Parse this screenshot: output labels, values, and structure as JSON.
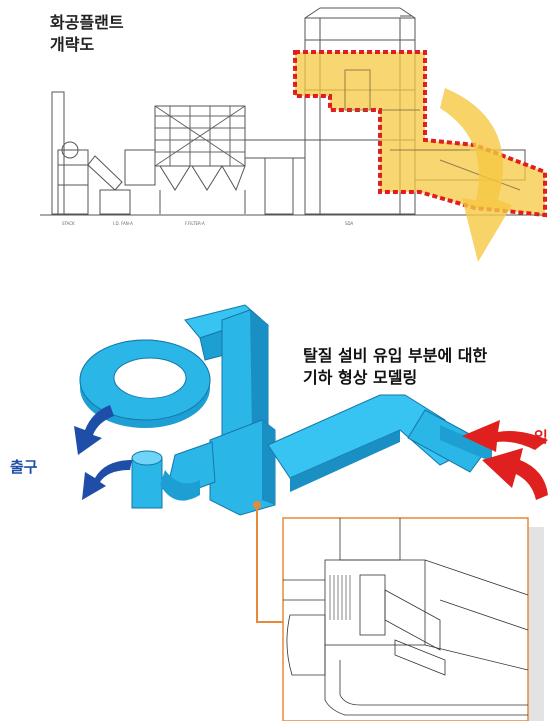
{
  "plant_title_line1": "화공플랜트",
  "plant_title_line2": "개략도",
  "model_desc_line1": "탈질 설비 유입 부분에 대한",
  "model_desc_line2": "기하 형상 모델링",
  "inlet_label": "입",
  "outlet_label": "출구",
  "drawing_labels": [
    "STACK",
    "I.D. FAN-A",
    "F.FILTER-A",
    "SDA"
  ],
  "colors": {
    "highlight_fill": "#f5c842",
    "highlight_border": "#e01e1e",
    "model_blue": "#2bb6e8",
    "inlet_arrow": "#e0201e",
    "outlet_arrow": "#1f4ea8",
    "callout_border": "#e8893a"
  }
}
